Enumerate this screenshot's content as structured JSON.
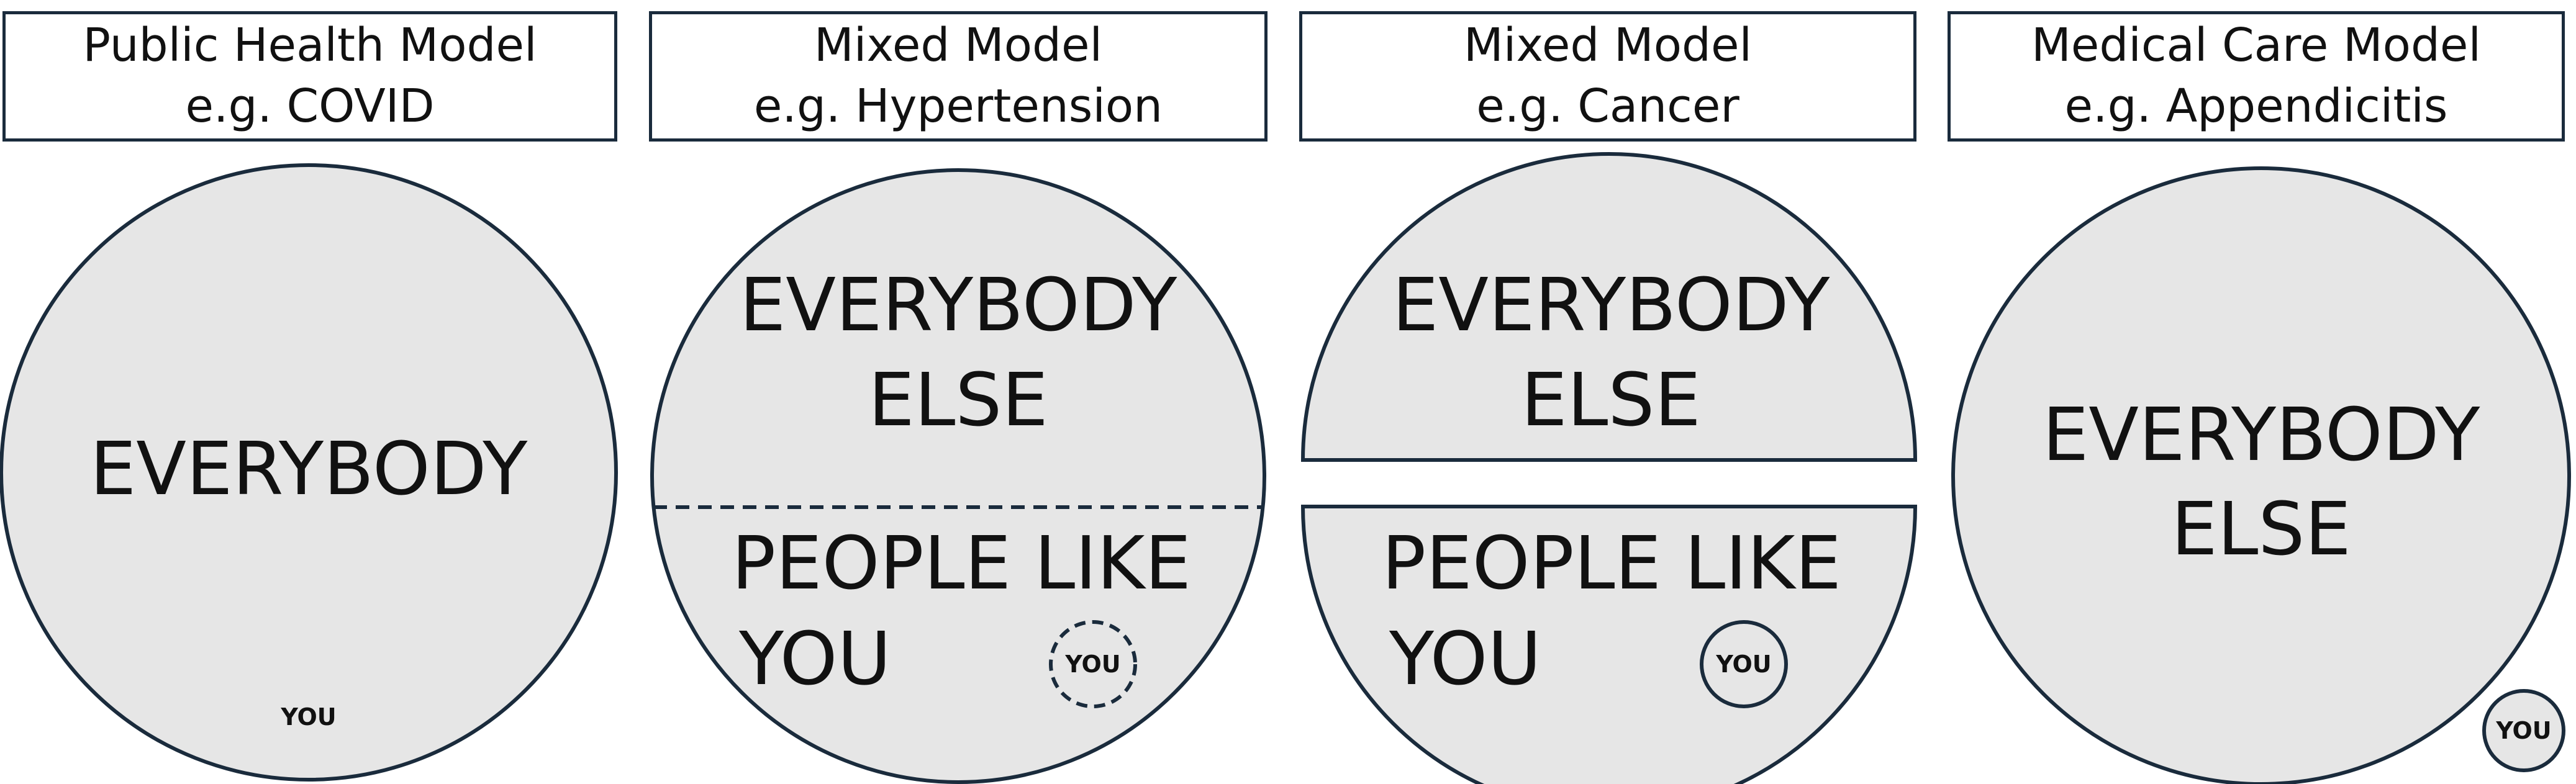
{
  "colors": {
    "stroke": "#1a2b3c",
    "fill": "#e6e6e6",
    "background": "#ffffff"
  },
  "panels": [
    {
      "title": "Public Health Model",
      "example": "e.g. COVID",
      "labels": {
        "main": "EVERYBODY",
        "you": "YOU"
      }
    },
    {
      "title": "Mixed Model",
      "example": "e.g. Hypertension",
      "labels": {
        "top_line1": "EVERYBODY",
        "top_line2": "ELSE",
        "bottom_line1": "PEOPLE LIKE",
        "bottom_line2": "YOU",
        "you": "YOU"
      }
    },
    {
      "title": "Mixed Model",
      "example": "e.g. Cancer",
      "labels": {
        "top_line1": "EVERYBODY",
        "top_line2": "ELSE",
        "bottom_line1": "PEOPLE LIKE",
        "bottom_line2": "YOU",
        "you": "YOU"
      }
    },
    {
      "title": "Medical Care Model",
      "example": "e.g. Appendicitis",
      "labels": {
        "main_line1": "EVERYBODY",
        "main_line2": "ELSE",
        "you": "YOU"
      }
    }
  ]
}
